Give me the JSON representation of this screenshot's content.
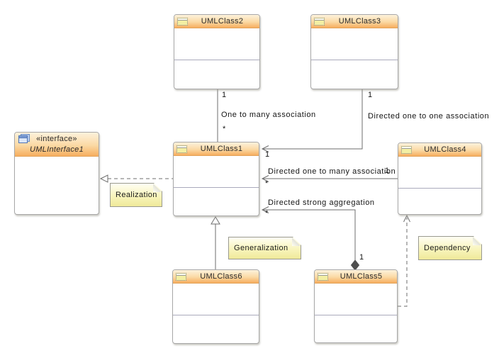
{
  "diagram": {
    "type": "UML class diagram",
    "background": "#ffffff"
  },
  "colors": {
    "header_gradient_top": "#fdf2dc",
    "header_gradient_bottom": "#f6ae5f",
    "box_border": "#a8a8a8",
    "compartment_divider": "#aaaabc",
    "note_fill": "#f8f4bc",
    "note_border": "#9a9a90",
    "connector_line": "#6e6e6e",
    "text": "#1c1c1c"
  },
  "classes": {
    "class2": {
      "name": "UMLClass2",
      "icon": "class-icon"
    },
    "class3": {
      "name": "UMLClass3",
      "icon": "class-icon"
    },
    "class1": {
      "name": "UMLClass1",
      "icon": "class-icon"
    },
    "class4": {
      "name": "UMLClass4",
      "icon": "class-icon"
    },
    "class6": {
      "name": "UMLClass6",
      "icon": "class-icon"
    },
    "class5": {
      "name": "UMLClass5",
      "icon": "class-icon"
    },
    "interface1": {
      "stereotype": "«interface»",
      "name": "UMLInterface1",
      "icon": "interface-icon"
    }
  },
  "connectors": {
    "one_to_many": {
      "type": "association",
      "label": "One to many association",
      "source": "UMLClass2",
      "target": "UMLClass1",
      "source_multiplicity": "1",
      "target_multiplicity": "*"
    },
    "directed_one_to_one": {
      "type": "directed association",
      "label": "Directed one to one association",
      "source": "UMLClass3",
      "target": "UMLClass1",
      "source_multiplicity": "1",
      "target_multiplicity": "1"
    },
    "directed_one_to_many": {
      "type": "directed association",
      "label": "Directed one to many association",
      "source": "UMLClass4",
      "target": "UMLClass1",
      "source_multiplicity": "1",
      "target_multiplicity": "*"
    },
    "directed_strong_aggregation": {
      "type": "composition",
      "label": "Directed strong aggregation",
      "source": "UMLClass5",
      "target": "UMLClass1",
      "source_multiplicity": "1",
      "target_multiplicity": "*"
    },
    "generalization": {
      "type": "generalization",
      "source": "UMLClass6",
      "target": "UMLClass1"
    },
    "realization": {
      "type": "realization",
      "source": "UMLClass1",
      "target": "UMLInterface1"
    },
    "dependency": {
      "type": "dependency",
      "source": "UMLClass5",
      "target": "UMLClass4"
    }
  },
  "notes": {
    "realization": {
      "text": "Realization"
    },
    "generalization": {
      "text": "Generalization"
    },
    "dependency": {
      "text": "Dependency"
    }
  }
}
